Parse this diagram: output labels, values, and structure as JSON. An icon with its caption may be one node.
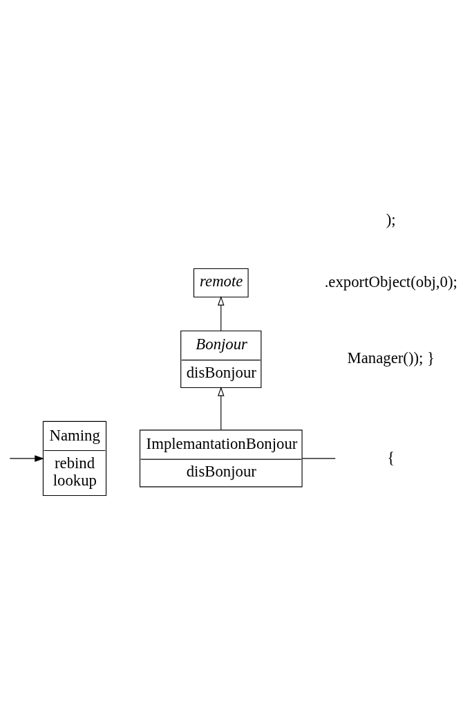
{
  "diagram": {
    "nodes": [
      {
        "text": [
          "Naming",
          "rebind",
          "lookup"
        ]
      },
      {
        "text": [
          "remote"
        ]
      },
      {
        "text": [
          "Bonjour",
          "disBonjour"
        ]
      },
      {
        "text": [
          "ImplemantationBonjour",
          "disBonjour"
        ]
      }
    ],
    "edges": [
      {
        "from": null,
        "to": 0,
        "arrow": "to"
      },
      {
        "from": 2,
        "to": 1,
        "arrow": "to"
      },
      {
        "from": 3,
        "to": 2,
        "arrow": "to"
      },
      {
        "from": 3,
        "to": null,
        "arrow": "none"
      }
    ],
    "labels": [
      "{",
      "Manager()); }",
      ".exportObject(obj,0);",
      ");"
    ]
  }
}
